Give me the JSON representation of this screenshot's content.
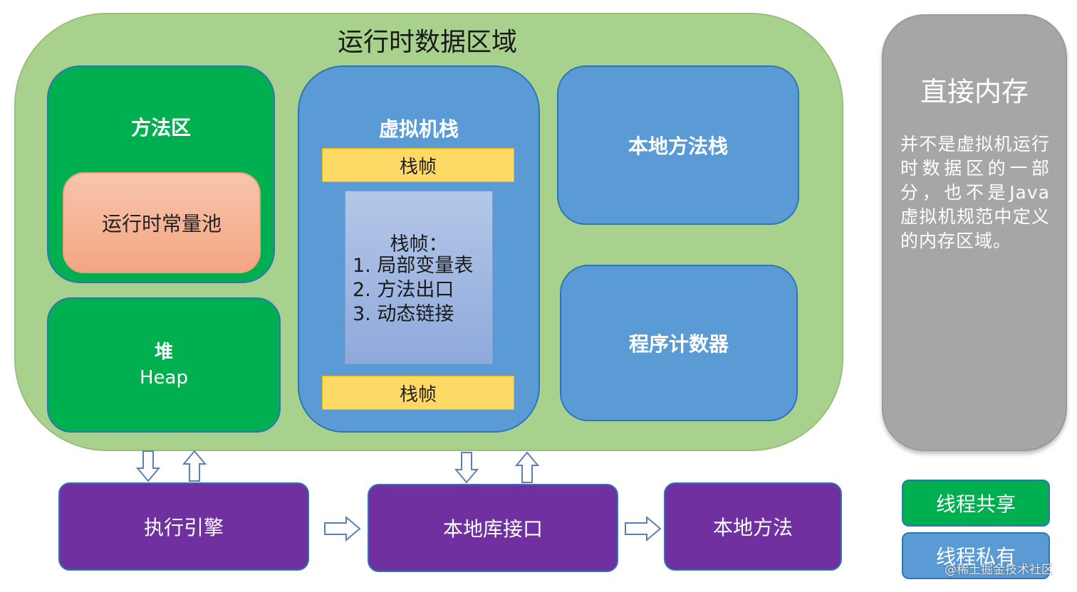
{
  "runtime_area": {
    "title": "运行时数据区域"
  },
  "method_area": {
    "label": "方法区",
    "constant_pool": "运行时常量池"
  },
  "heap": {
    "label_zh": "堆",
    "label_en": "Heap"
  },
  "vm_stack": {
    "label": "虚拟机栈",
    "frame_top": "栈帧",
    "frame_bottom": "栈帧",
    "frame_detail": {
      "title": "栈帧：",
      "items": [
        "1. 局部变量表",
        "2. 方法出口",
        "3. 动态链接"
      ]
    }
  },
  "native_method_stack": {
    "label": "本地方法栈"
  },
  "program_counter": {
    "label": "程序计数器"
  },
  "direct_memory": {
    "title": "直接内存",
    "description": "并不是虚拟机运行时数据区的一部分，也不是Java虚拟机规范中定义的内存区域。"
  },
  "bottom_row": {
    "execution_engine": "执行引擎",
    "native_interface": "本地库接口",
    "native_methods": "本地方法"
  },
  "legend": {
    "shared": "线程共享",
    "private": "线程私有"
  },
  "watermark": "@稀土掘金技术社区",
  "colors": {
    "runtime_bg": "#a9d18e",
    "shared_green": "#00b050",
    "private_blue": "#5b9bd5",
    "purple": "#7030a0",
    "frame_yellow": "#ffd966",
    "constant_pool_orange": "#f4a582",
    "direct_memory_gray": "#a6a6a6",
    "border_blue": "#2e75b6"
  }
}
